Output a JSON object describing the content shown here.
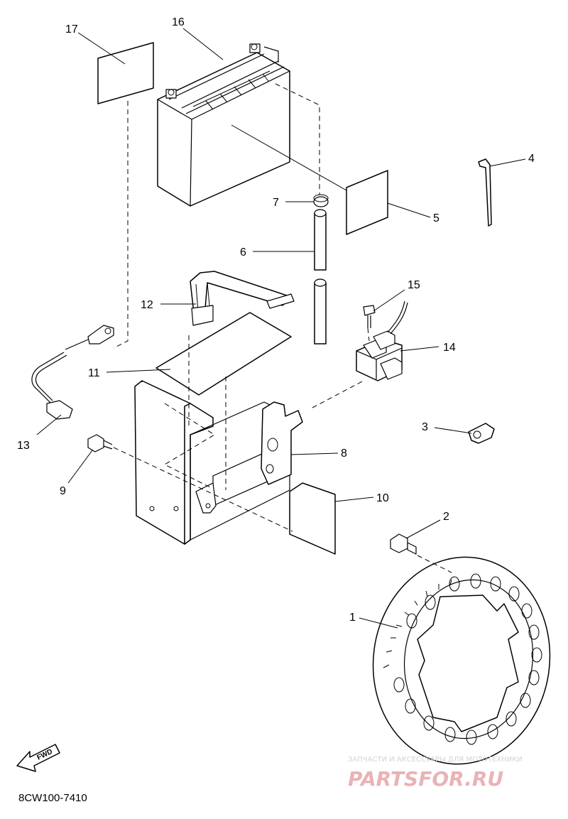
{
  "diagram": {
    "callouts": [
      {
        "id": "1",
        "label": "1"
      },
      {
        "id": "2",
        "label": "2"
      },
      {
        "id": "3",
        "label": "3"
      },
      {
        "id": "4",
        "label": "4"
      },
      {
        "id": "5",
        "label": "5"
      },
      {
        "id": "6",
        "label": "6"
      },
      {
        "id": "7",
        "label": "7"
      },
      {
        "id": "8",
        "label": "8"
      },
      {
        "id": "9",
        "label": "9"
      },
      {
        "id": "10",
        "label": "10"
      },
      {
        "id": "11",
        "label": "11"
      },
      {
        "id": "12",
        "label": "12"
      },
      {
        "id": "13",
        "label": "13"
      },
      {
        "id": "14",
        "label": "14"
      },
      {
        "id": "15",
        "label": "15"
      },
      {
        "id": "16",
        "label": "16"
      },
      {
        "id": "17",
        "label": "17"
      }
    ],
    "fwd_label": "FWD",
    "code": "8CW100-7410"
  },
  "watermark": {
    "tagline": "ЗАПЧАСТИ И АКСЕССУАРЫ ДЛЯ МОТОТЕХНИКИ",
    "brand": "PARTSFOR.RU",
    "colors": {
      "brand": "#e9b3b6",
      "tagline": "#d9d0d0"
    }
  }
}
